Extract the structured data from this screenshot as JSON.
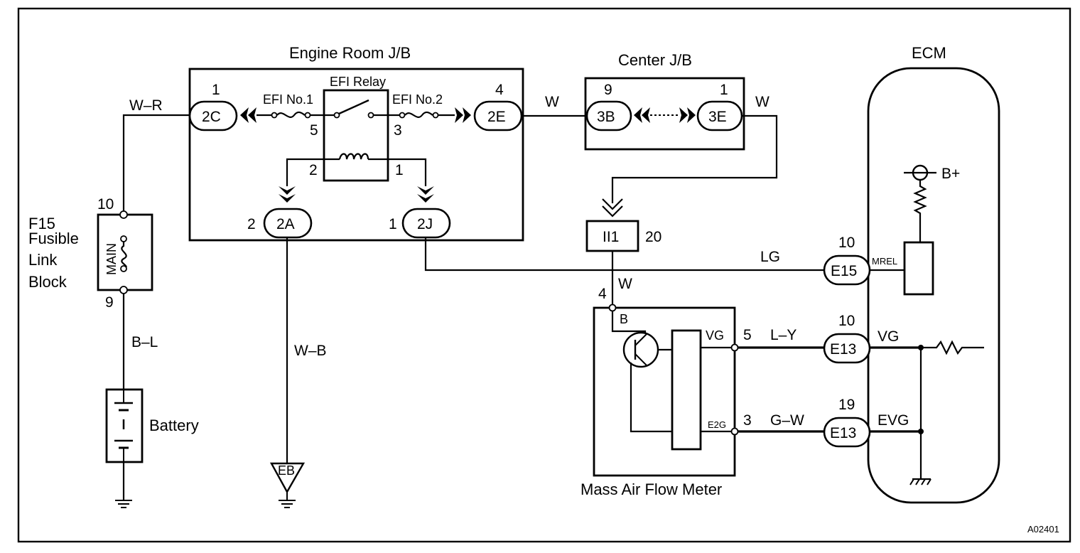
{
  "figure_id": "A02401",
  "blocks": {
    "engine_room_jb": "Engine Room J/B",
    "center_jb": "Center J/B",
    "ecm": "ECM",
    "fusible_link": [
      "F15",
      "Fusible",
      "Link",
      "Block"
    ],
    "fusible_main": "MAIN",
    "battery": "Battery",
    "mass_air_flow_meter": "Mass Air Flow Meter",
    "efi_relay": "EFI Relay"
  },
  "fuses": {
    "efi_no1": "EFI No.1",
    "efi_no2": "EFI No.2"
  },
  "connectors": {
    "c2C": {
      "id": "2C",
      "pin": "1"
    },
    "c2E": {
      "id": "2E",
      "pin": "4"
    },
    "c3B": {
      "id": "3B",
      "pin": "9"
    },
    "c3E": {
      "id": "3E",
      "pin": "1"
    },
    "c2A": {
      "id": "2A",
      "pin": "2"
    },
    "c2J": {
      "id": "2J",
      "pin": "1"
    },
    "cII1": {
      "id": "II1",
      "pin": "20"
    },
    "cE15": {
      "id": "E15",
      "pin": "10"
    },
    "cE13a": {
      "id": "E13",
      "pin": "10"
    },
    "cE13b": {
      "id": "E13",
      "pin": "19"
    }
  },
  "relay_pins": {
    "p5": "5",
    "p3": "3",
    "p2": "2",
    "p1": "1"
  },
  "fusible_pins": {
    "top": "10",
    "bottom": "9"
  },
  "maf_pins": {
    "b_num": "4",
    "b_label": "B",
    "vg_num": "5",
    "vg_label": "VG",
    "e2g_num": "3",
    "e2g_label": "E2G"
  },
  "wire_colors": {
    "w_r": "W–R",
    "w_top": "W",
    "w_center_out": "W",
    "w_ii1": "W",
    "b_l": "B–L",
    "w_b": "W–B",
    "lg": "LG",
    "l_y": "L–Y",
    "g_w": "G–W"
  },
  "ecm_labels": {
    "b_plus": "B+",
    "mrel": "MREL",
    "vg": "VG",
    "evg": "EVG"
  },
  "ground_label": "EB"
}
